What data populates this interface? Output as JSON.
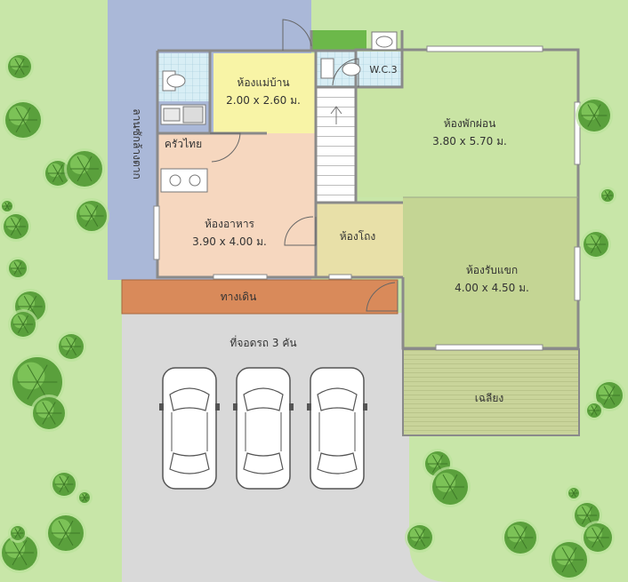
{
  "colors": {
    "lawn": "#c8e6a8",
    "lawn_edge": "#a8d486",
    "parking": "#d9d9d9",
    "walkway": "#d98a5a",
    "wall": "#8a8a8a",
    "tree_dark": "#5aa03c",
    "tree_light": "#b9e39a"
  },
  "rooms": {
    "maid_room": {
      "name": "ห้องแม่บ้าน",
      "size": "2.00 x 2.60 ม."
    },
    "kitchen": {
      "name": "ครัวไทย"
    },
    "dining": {
      "name": "ห้องอาหาร",
      "size": "3.90 x 4.00 ม."
    },
    "living": {
      "name": "ห้องพักผ่อน",
      "size": "3.80 x 5.70 ม."
    },
    "hall": {
      "name": "ห้องโถง"
    },
    "guest": {
      "name": "ห้องรับแขก",
      "size": "4.00 x 4.50 ม."
    },
    "wc": {
      "name": "W.C.3"
    },
    "terrace": {
      "name": "เฉลียง"
    },
    "walkway": {
      "name": "ทางเดิน"
    },
    "parking": {
      "name": "ที่จอดรถ 3 คัน"
    },
    "service_yard": {
      "name": "ลานซักล้างตาก"
    }
  }
}
